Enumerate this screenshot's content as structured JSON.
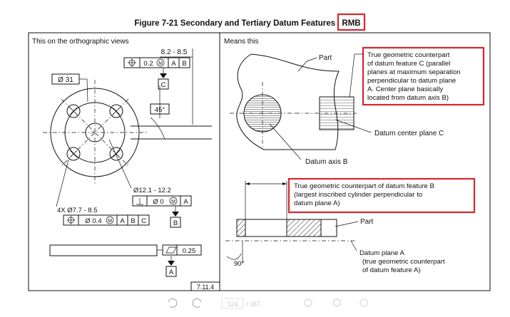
{
  "figure": {
    "title": "Figure 7-21 Secondary and Tertiary Datum Features",
    "highlight": "RMB"
  },
  "left_panel": {
    "heading": "This on the orthographic views",
    "dim_top": "8.2 - 8.5",
    "fcf_top": {
      "symbol": "⌖",
      "tol": "0.2",
      "mod": "M",
      "datums": [
        "A",
        "B"
      ]
    },
    "datum_c": "C",
    "dia_31": "Ø 31",
    "angle": "45°",
    "dia_122": "Ø12.1 - 12.2",
    "fcf_perp": {
      "symbol": "⊥",
      "tol": "Ø 0",
      "mod": "M",
      "datums": [
        "A"
      ]
    },
    "datum_b": "B",
    "holes": "4X Ø7.7 - 8.5",
    "fcf_holes": {
      "symbol": "⌖",
      "tol": "Ø 0.4",
      "mod": "M",
      "datums": [
        "A",
        "B",
        "C"
      ]
    },
    "flatness": {
      "symbol": "▱",
      "tol": "0.25"
    },
    "datum_a": "A",
    "ref": "7.11.4"
  },
  "right_panel": {
    "heading": "Means this",
    "part_label_top": "Part",
    "note_c": "True geometric counterpart of datum feature C (parallel planes at maximum separation perpendicular to datum plane A. Center plane basically located from datum axis B)",
    "note_c_lines": [
      "True geometric counterpart",
      "of datum feature C (parallel",
      "planes at maximum separation",
      "perpendicular to datum plane",
      "A. Center plane basically",
      "located from datum axis B)"
    ],
    "datum_center_plane": "Datum center plane C",
    "datum_axis": "Datum axis B",
    "note_b_lines": [
      "True geometric counterpart of datum feature B",
      "(largest inscribed cylinder perpendicular to",
      "datum plane A)"
    ],
    "part_label_bottom": "Part",
    "angle_90": "90°",
    "datum_plane_a_lines": [
      "Datum plane A",
      "(true geometric counterpart",
      "of datum feature A)"
    ]
  },
  "viewer_bar": {
    "page": "124",
    "total": "/ 387"
  },
  "colors": {
    "highlight_box": "#d7262e",
    "ink": "#111111",
    "hatch": "#111111"
  }
}
